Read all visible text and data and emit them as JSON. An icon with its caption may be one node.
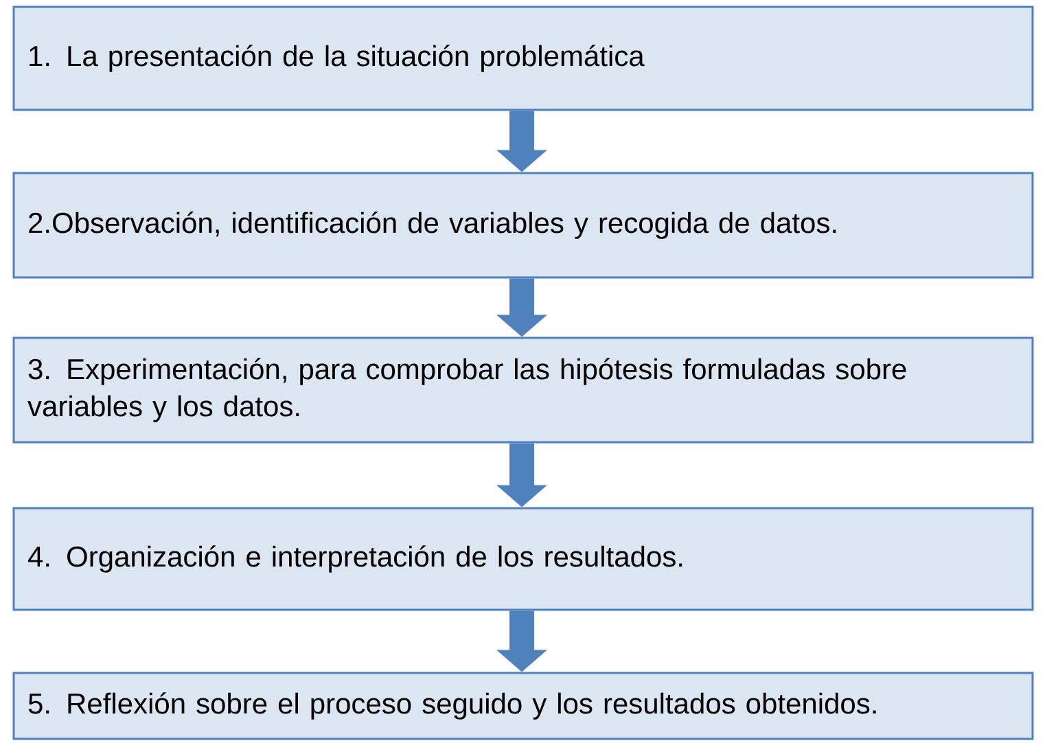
{
  "diagram": {
    "nodes": [
      {
        "text": [
          "1. La presentación de la situación problemática"
        ]
      },
      {
        "text": [
          "2.Observación, identificación de variables y recogida de datos."
        ]
      },
      {
        "text": [
          "3. Experimentación, para comprobar las hipótesis formuladas sobre variables y los datos."
        ]
      },
      {
        "text": [
          "4. Organización e interpretación de los resultados."
        ]
      },
      {
        "text": [
          "5. Reflexión sobre el proceso seguido y los resultados obtenidos."
        ]
      }
    ],
    "edges": [
      {
        "from": 0,
        "to": 1,
        "arrow": "to"
      },
      {
        "from": 1,
        "to": 2,
        "arrow": "to"
      },
      {
        "from": 2,
        "to": 3,
        "arrow": "to"
      },
      {
        "from": 3,
        "to": 4,
        "arrow": "to"
      }
    ]
  }
}
